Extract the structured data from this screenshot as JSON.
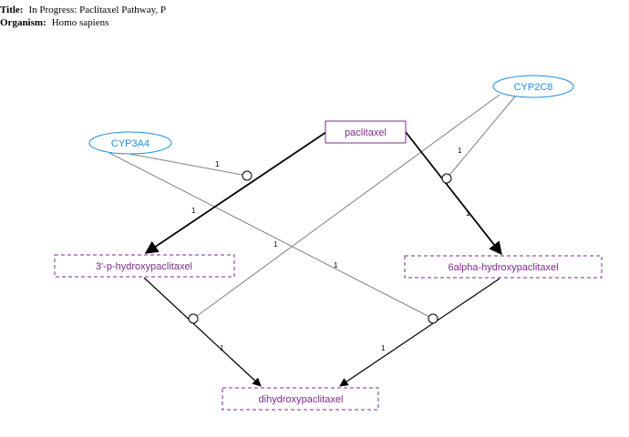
{
  "header": {
    "title_label": "Title:",
    "title_value": "In Progress: Paclitaxel Pathway, P",
    "organism_label": "Organism:",
    "organism_value": "Homo sapiens"
  },
  "colors": {
    "gene": "#1E8FE0",
    "metabolite": "#7B2C8B",
    "edge": "#000000",
    "catalysis": "#808080"
  },
  "nodes": {
    "paclitaxel": "paclitaxel",
    "cyp2c8": "CYP2C8",
    "cyp3a4": "CYP3A4",
    "hydroxy3p": "3'-p-hydroxypaclitaxel",
    "hydroxy6a": "6alpha-hydroxypaclitaxel",
    "dihydroxy": "dihydroxypaclitaxel"
  },
  "edge_labels": {
    "l1": "1",
    "l2": "1",
    "l3": "1",
    "l4": "1",
    "l5": "1",
    "l6": "1",
    "l7": "1",
    "l8": "1"
  }
}
